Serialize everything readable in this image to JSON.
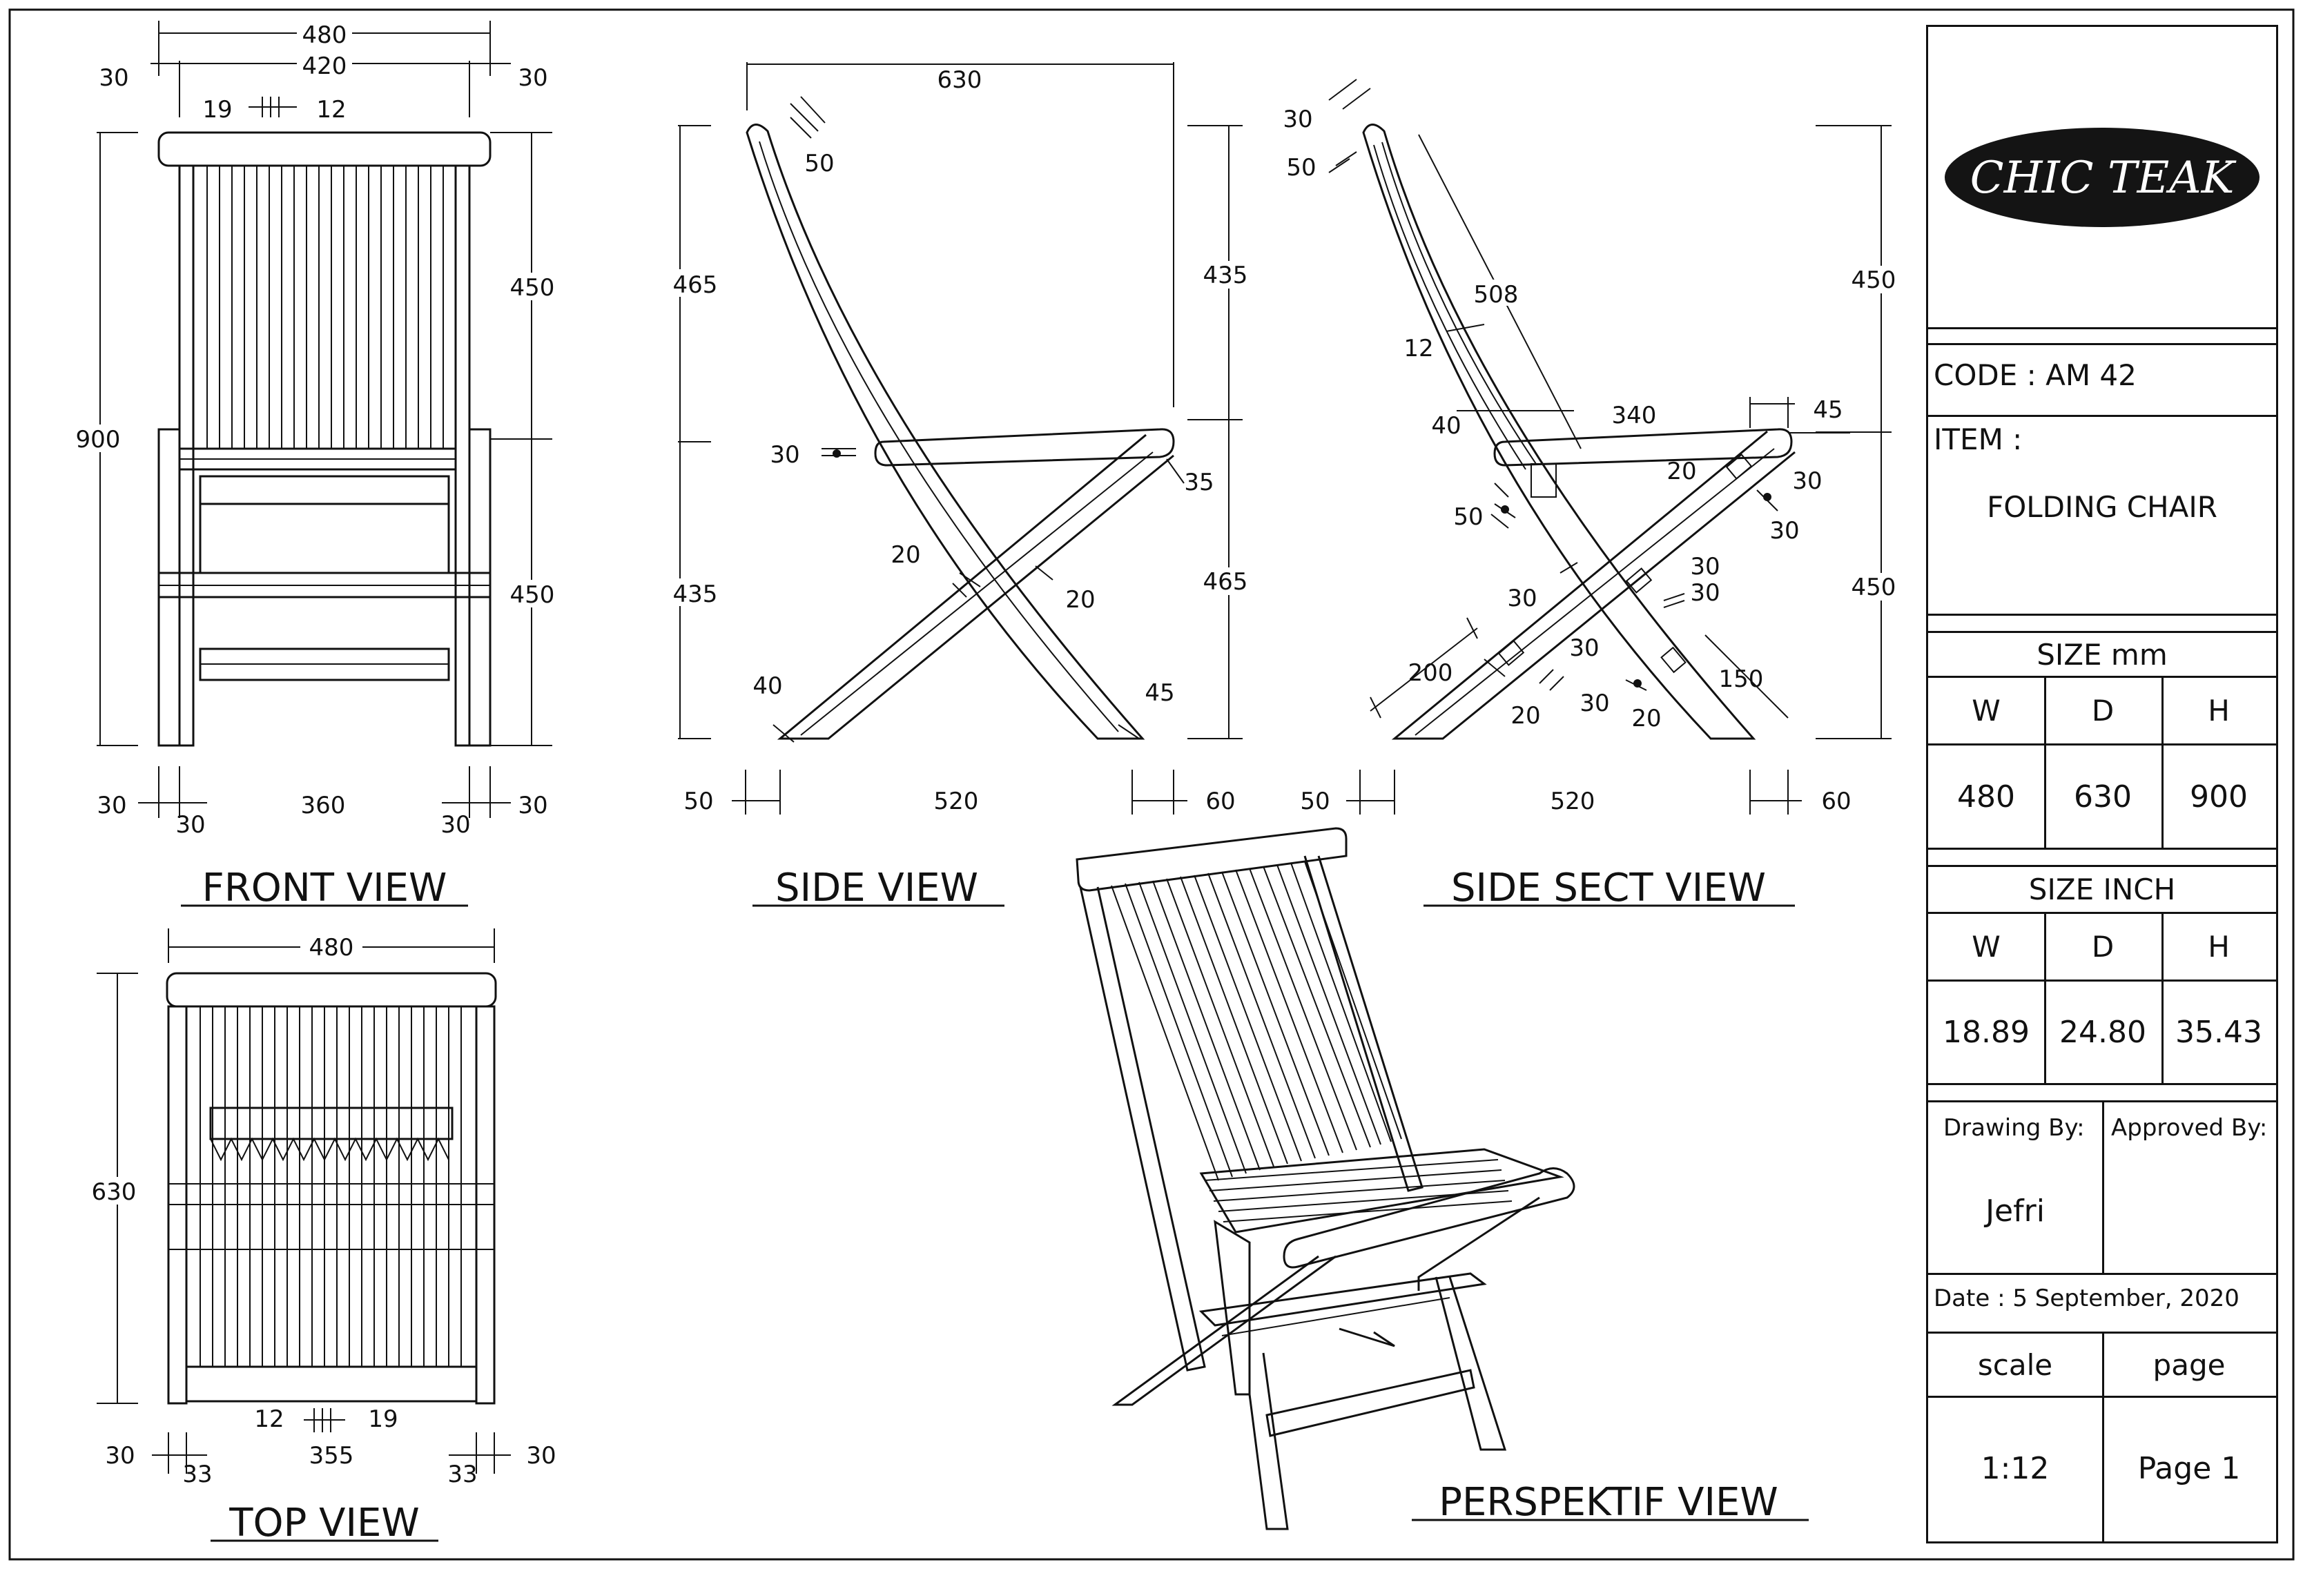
{
  "dimensions": {
    "front": {
      "width": "480",
      "inner_width": "420",
      "side_left": "30",
      "side_right": "30",
      "slat_gap_a": "19",
      "slat_gap_b": "12",
      "total_height": "900",
      "upper_height": "450",
      "lower_height": "450",
      "base_left": "30",
      "base_left_inner": "30",
      "base_span": "360",
      "base_right_inner": "30",
      "base_right": "30"
    },
    "side": {
      "depth": "630",
      "top_cap": "50",
      "left_upper": "465",
      "left_lower": "435",
      "right_upper": "435",
      "right_lower": "465",
      "arm": "30",
      "arm_end": "35",
      "joint_a": "20",
      "joint_b": "20",
      "foot_left": "40",
      "foot_right": "45",
      "base_left": "50",
      "base_span": "520",
      "base_right": "60"
    },
    "sect": {
      "top_a": "30",
      "top_b": "50",
      "back_len": "508",
      "slat": "12",
      "arm_left": "40",
      "arm_len": "340",
      "arm_end": "45",
      "arm_drop": "30",
      "seat_a": "20",
      "seat_b": "30",
      "brace_a": "50",
      "brace_b": "30",
      "brace_c": "30",
      "brace_d": "30",
      "lower_a": "200",
      "lower_b": "20",
      "lower_c": "30",
      "lower_d": "30",
      "lower_e": "20",
      "lower_f": "150",
      "right_upper": "450",
      "right_lower": "450",
      "base_left": "50",
      "base_span": "520",
      "base_right": "60"
    },
    "top": {
      "width": "480",
      "depth": "630",
      "slat_gap_a": "12",
      "slat_gap_b": "19",
      "base_left": "30",
      "base_left_inner": "33",
      "base_span": "355",
      "base_right_inner": "33",
      "base_right": "30"
    }
  },
  "views": {
    "front": "FRONT VIEW",
    "side": "SIDE VIEW",
    "sect": "SIDE SECT VIEW",
    "top": "TOP VIEW",
    "persp": "PERSPEKTIF VIEW"
  },
  "title_block": {
    "logo": "CHIC TEAK",
    "code": "CODE : AM 42",
    "item_label": "ITEM :",
    "item_value": "FOLDING CHAIR",
    "size_mm_title": "SIZE mm",
    "size_mm_headers": [
      "W",
      "D",
      "H"
    ],
    "size_mm_values": [
      "480",
      "630",
      "900"
    ],
    "size_inch_title": "SIZE INCH",
    "size_inch_headers": [
      "W",
      "D",
      "H"
    ],
    "size_inch_values": [
      "18.89",
      "24.80",
      "35.43"
    ],
    "drawing_by_label": "Drawing By:",
    "drawing_by_value": "Jefri",
    "approved_by_label": "Approved By:",
    "date": "Date : 5 September, 2020",
    "scale_label": "scale",
    "scale_value": "1:12",
    "page_label": "page",
    "page_value": "Page 1"
  }
}
